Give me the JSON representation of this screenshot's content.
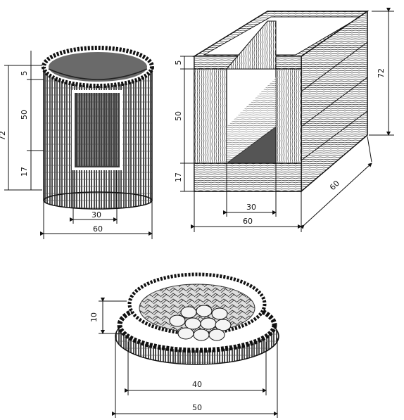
{
  "figures": {
    "basket": {
      "dims": {
        "total_height": "72",
        "top": "5",
        "middle": "50",
        "bottom": "17",
        "opening_width": "30",
        "width": "60"
      }
    },
    "box": {
      "dims": {
        "total_height": "72",
        "top": "5",
        "middle": "50",
        "bottom": "17",
        "opening_width": "30",
        "width": "60",
        "depth": "60"
      }
    },
    "nest": {
      "dims": {
        "height": "10",
        "inner_diameter": "40",
        "outer_diameter": "50"
      }
    }
  }
}
